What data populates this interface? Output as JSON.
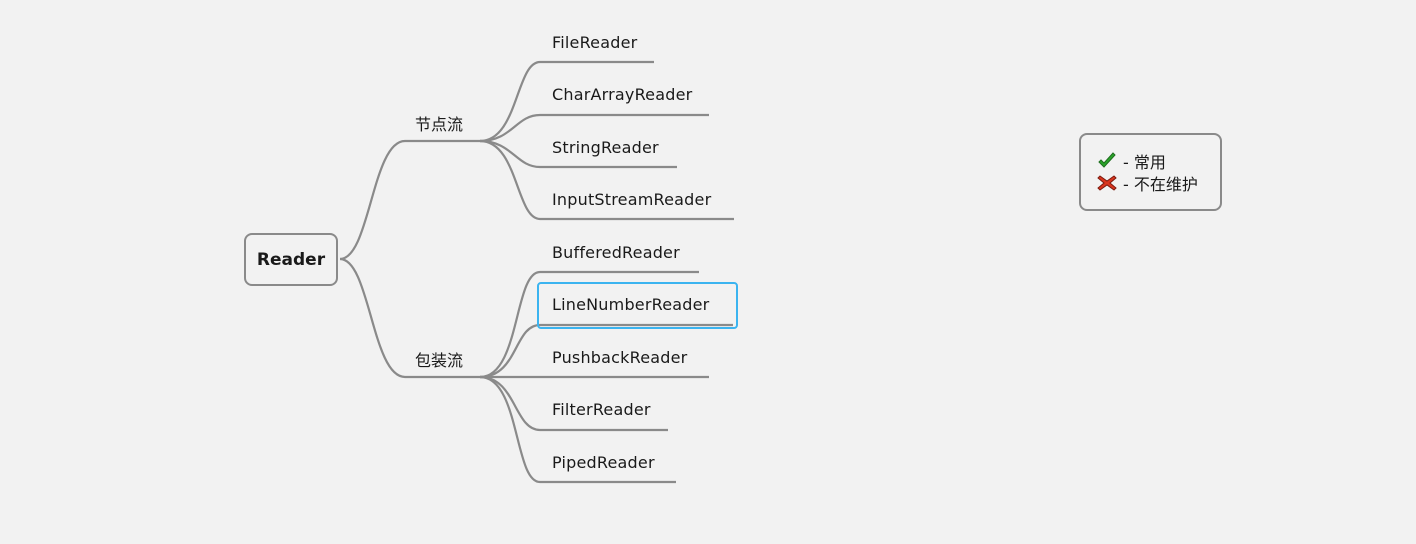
{
  "root": {
    "label": "Reader"
  },
  "branches": [
    {
      "label": "节点流",
      "children": [
        {
          "label": "FileReader"
        },
        {
          "label": "CharArrayReader"
        },
        {
          "label": "StringReader"
        },
        {
          "label": "InputStreamReader"
        }
      ]
    },
    {
      "label": "包装流",
      "children": [
        {
          "label": "BufferedReader"
        },
        {
          "label": "LineNumberReader",
          "highlighted": true
        },
        {
          "label": "PushbackReader"
        },
        {
          "label": "FilterReader"
        },
        {
          "label": "PipedReader"
        }
      ]
    }
  ],
  "legend": {
    "items": [
      {
        "icon": "check-icon",
        "text": "- 常用",
        "color": "#2aa52a"
      },
      {
        "icon": "cross-icon",
        "text": "- 不在维护",
        "color": "#d9361e"
      }
    ]
  },
  "colors": {
    "connector": "#8a8a8a",
    "highlight": "#3bb4f0",
    "background": "#f2f2f2"
  }
}
